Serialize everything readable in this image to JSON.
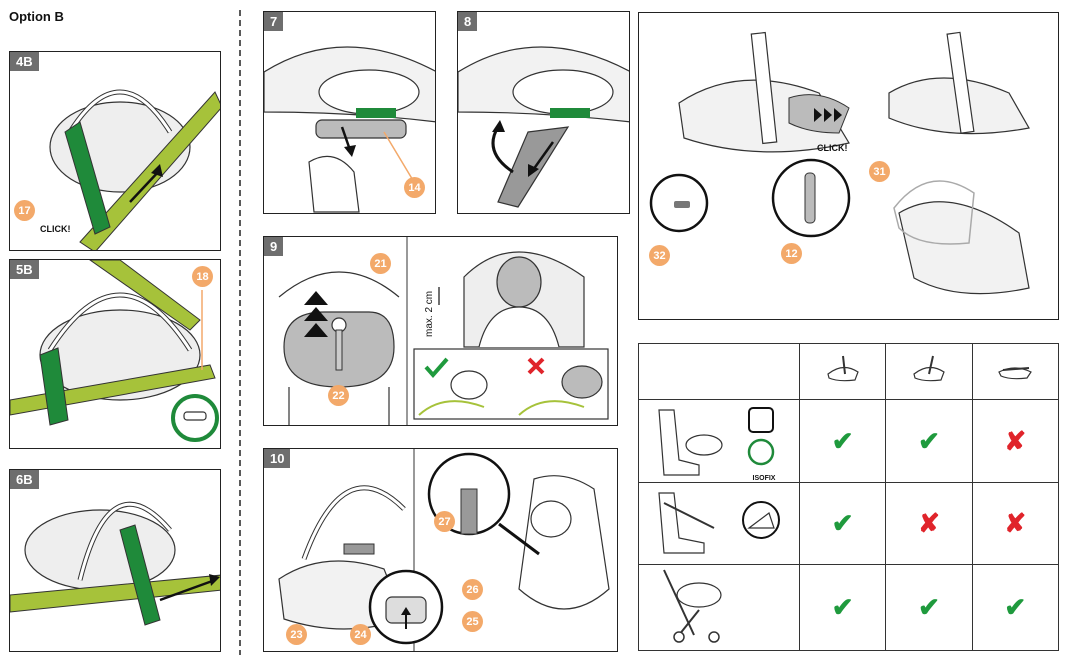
{
  "page": {
    "title": "Option B"
  },
  "callout_color": "#f3a96a",
  "belt_color": "#a6c23a",
  "strap_color": "#1f8a3a",
  "steps": [
    {
      "id": "4B",
      "callouts": [
        "17"
      ],
      "click": "CLICK!"
    },
    {
      "id": "5B",
      "callouts": [
        "18"
      ]
    },
    {
      "id": "6B",
      "callouts": []
    },
    {
      "id": "7",
      "callouts": [
        "14"
      ]
    },
    {
      "id": "8",
      "callouts": []
    },
    {
      "id": "9",
      "callouts": [
        "21",
        "22"
      ],
      "measure": "max. 2 cm"
    },
    {
      "id": "10",
      "callouts": [
        "23",
        "24",
        "25",
        "26",
        "27"
      ]
    }
  ],
  "top_right": {
    "callouts": [
      "31",
      "32",
      "12"
    ],
    "click": "CLICK!"
  },
  "matrix": {
    "isofix_label": "ISOFIX",
    "rows": [
      {
        "name": "car-seat-isofix",
        "cells": [
          "yes",
          "yes",
          "no"
        ]
      },
      {
        "name": "car-seat-belt",
        "cells": [
          "yes",
          "no",
          "no"
        ]
      },
      {
        "name": "stroller",
        "cells": [
          "yes",
          "yes",
          "yes"
        ]
      }
    ]
  }
}
